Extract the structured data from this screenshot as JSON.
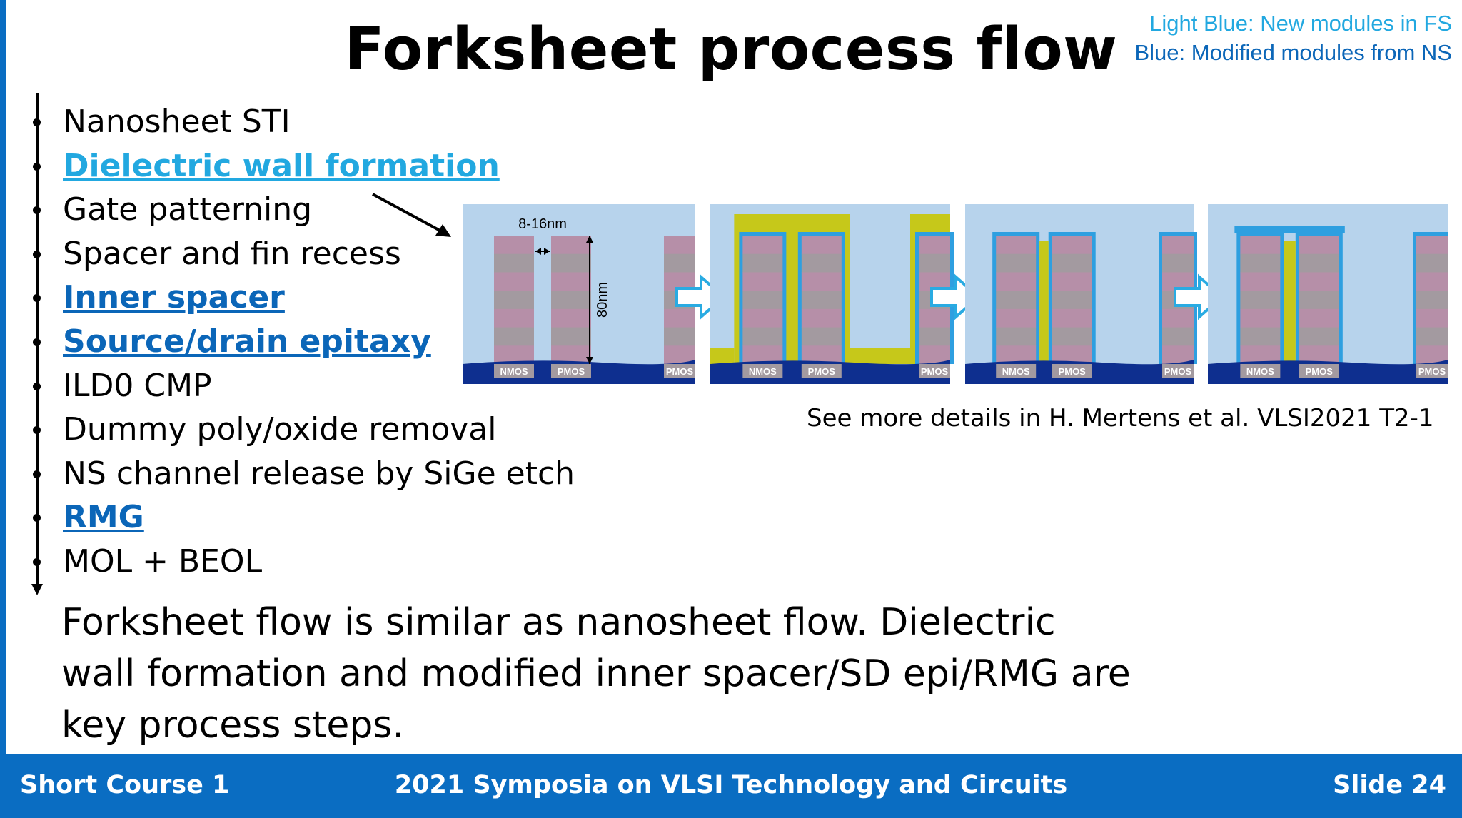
{
  "title": "Forksheet process flow",
  "legend": {
    "light_blue": "Light Blue: New modules in FS",
    "blue": "Blue: Modified modules from NS"
  },
  "steps": [
    {
      "label": "Nanosheet STI",
      "style": "plain"
    },
    {
      "label": "Dielectric wall formation",
      "style": "lightblue"
    },
    {
      "label": "Gate patterning",
      "style": "plain"
    },
    {
      "label": "Spacer and fin recess",
      "style": "plain"
    },
    {
      "label": "Inner spacer",
      "style": "blue"
    },
    {
      "label": "Source/drain epitaxy",
      "style": "blue"
    },
    {
      "label": "ILD0 CMP",
      "style": "plain"
    },
    {
      "label": "Dummy poly/oxide removal",
      "style": "plain"
    },
    {
      "label": "NS channel release by SiGe etch",
      "style": "plain"
    },
    {
      "label": "RMG",
      "style": "blue"
    },
    {
      "label": "MOL + BEOL",
      "style": "plain"
    }
  ],
  "figure": {
    "width_label": "8-16nm",
    "height_label": "80nm",
    "nmos_label": "NMOS",
    "pmos_label": "PMOS",
    "colors": {
      "sky": "#b7d3ec",
      "fin_pink": "#b68fa8",
      "fin_gray": "#a39aa0",
      "substrate": "#0e2f8f",
      "liner": "#2e9fe0",
      "wall": "#c6c81a",
      "arrow": "#29abe2"
    }
  },
  "note": "See more details in H. Mertens et al. VLSI2021 T2-1",
  "summary": "Forksheet flow is similar as nanosheet flow. Dielectric wall formation and modified inner spacer/SD epi/RMG are key process steps.",
  "footer": {
    "left": "Short Course 1",
    "center": "2021 Symposia on VLSI Technology and Circuits",
    "right": "Slide 24"
  }
}
